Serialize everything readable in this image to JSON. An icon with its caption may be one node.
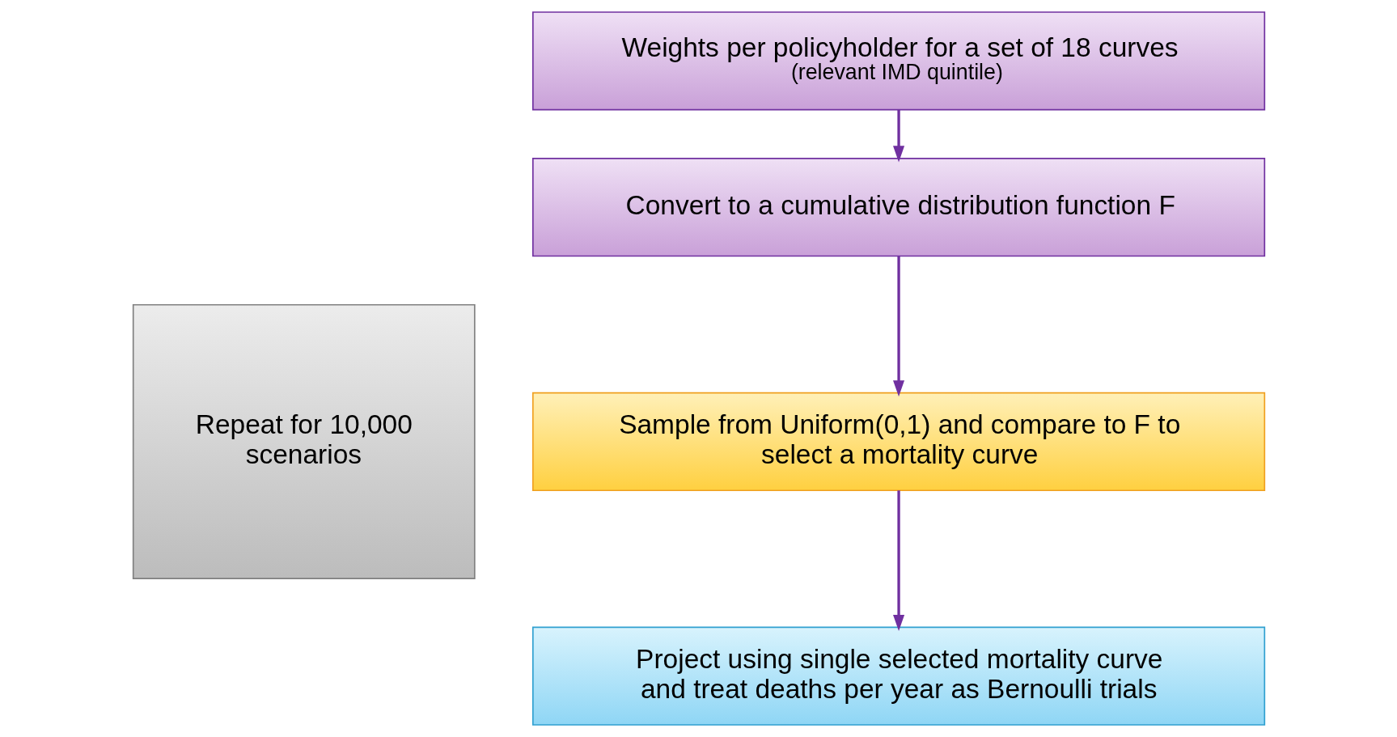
{
  "diagram": {
    "nodes": [
      {
        "text": [
          "Weights per policyholder for a set of 18 curves",
          "(relevant IMD quintile)"
        ]
      },
      {
        "text": [
          "Convert to a cumulative distribution function F"
        ]
      },
      {
        "text": [
          "Sample from Uniform(0,1) and compare to F to select a mortality curve"
        ]
      },
      {
        "text": [
          "Project using single selected mortality curve and treat deaths per year as Bernoulli trials"
        ]
      },
      {
        "text": [
          "Repeat for 10,000 scenarios"
        ]
      }
    ],
    "edges": [
      {
        "from": 0,
        "to": 1,
        "arrow": "to"
      },
      {
        "from": 1,
        "to": 2,
        "arrow": "to"
      },
      {
        "from": 2,
        "to": 3,
        "arrow": "to"
      }
    ]
  }
}
